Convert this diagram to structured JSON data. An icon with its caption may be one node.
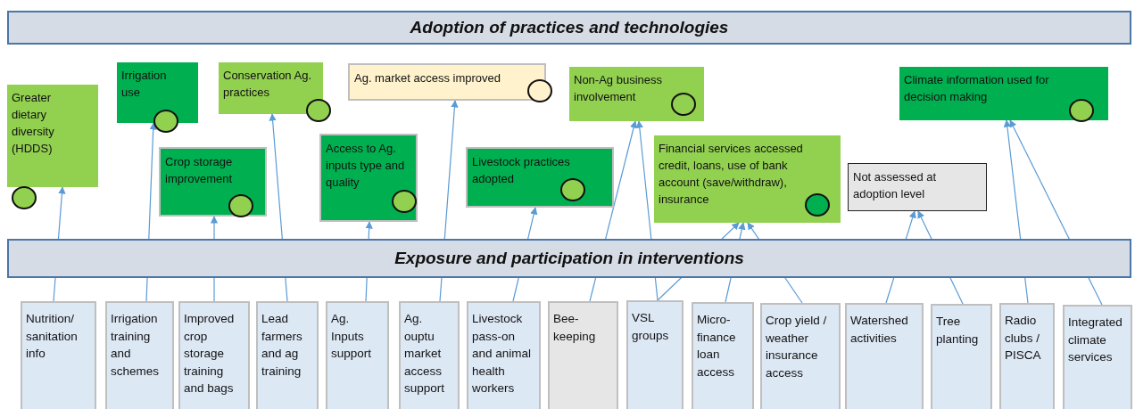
{
  "diagram": {
    "nodes": [
      {
        "text": [
          "Greater dietary diversity (HDDS)"
        ]
      },
      {
        "text": [
          "Irrigation use"
        ]
      },
      {
        "text": [
          "Conservation Ag. practices"
        ]
      },
      {
        "text": [
          "Ag. market access improved"
        ]
      },
      {
        "text": [
          "Non-Ag business involvement"
        ]
      },
      {
        "text": [
          "Climate information used for decision making"
        ]
      },
      {
        "text": [
          "Crop storage improvement"
        ]
      },
      {
        "text": [
          "Access to Ag. inputs type and quality"
        ]
      },
      {
        "text": [
          "Livestock practices adopted"
        ]
      },
      {
        "text": [
          "Financial services accessed credit, loans, use of bank account (save/withdraw), insurance"
        ]
      },
      {
        "text": [
          "Not assessed at adoption level"
        ]
      },
      {
        "text": [
          "Nutrition/ sanitation info"
        ]
      },
      {
        "text": [
          "Irrigation training and schemes"
        ]
      },
      {
        "text": [
          "Improved crop storage training and bags"
        ]
      },
      {
        "text": [
          "Lead farmers and ag training"
        ]
      },
      {
        "text": [
          "Ag. Inputs support"
        ]
      },
      {
        "text": [
          "Ag. ouptu market access support"
        ]
      },
      {
        "text": [
          "Livestock pass-on and animal health workers"
        ]
      },
      {
        "text": [
          "Bee-keeping"
        ]
      },
      {
        "text": [
          "VSL groups"
        ]
      },
      {
        "text": [
          "Micro-finance loan access"
        ]
      },
      {
        "text": [
          "Crop yield / weather insurance access"
        ]
      },
      {
        "text": [
          "Watershed activities"
        ]
      },
      {
        "text": [
          "Tree planting"
        ]
      },
      {
        "text": [
          "Radio clubs / PISCA"
        ]
      },
      {
        "text": [
          "Integrated climate services"
        ]
      }
    ],
    "edges": [
      {
        "from": 11,
        "to": 0,
        "arrow": "to"
      },
      {
        "from": 12,
        "to": 1,
        "arrow": "to"
      },
      {
        "from": 13,
        "to": 6,
        "arrow": "to"
      },
      {
        "from": 14,
        "to": 2,
        "arrow": "to"
      },
      {
        "from": 15,
        "to": 7,
        "arrow": "to"
      },
      {
        "from": 16,
        "to": 3,
        "arrow": "to"
      },
      {
        "from": 17,
        "to": 8,
        "arrow": "to"
      },
      {
        "from": 18,
        "to": 4,
        "arrow": "to"
      },
      {
        "from": 19,
        "to": 4,
        "arrow": "to"
      },
      {
        "from": 19,
        "to": 9,
        "arrow": "to"
      },
      {
        "from": 20,
        "to": 9,
        "arrow": "to"
      },
      {
        "from": 21,
        "to": 9,
        "arrow": "to"
      },
      {
        "from": 22,
        "to": 10,
        "arrow": "to"
      },
      {
        "from": 23,
        "to": 10,
        "arrow": "to"
      },
      {
        "from": 24,
        "to": 5,
        "arrow": "to"
      },
      {
        "from": 25,
        "to": 5,
        "arrow": "to"
      }
    ],
    "labels": [
      "Adoption of practices and technologies",
      "Exposure and participation in interventions"
    ]
  }
}
